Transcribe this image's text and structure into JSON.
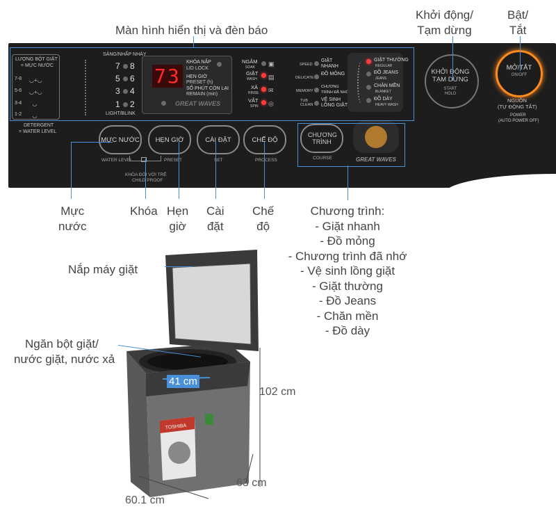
{
  "top_labels": {
    "display": "Màn hình hiển thị và đèn báo",
    "start_pause": [
      "Khởi động/",
      "Tạm dừng"
    ],
    "on_off": [
      "Bật/",
      "Tắt"
    ]
  },
  "panel": {
    "detergent_header": [
      "LƯỢNG BỘT GIẶT",
      "= MỰC NƯỚC"
    ],
    "detergent_levels": [
      "7-8",
      "5-6",
      "3-4",
      "1-2"
    ],
    "detergent_footer": [
      "DETERGENT",
      "= WATER LEVEL"
    ],
    "blink_header": "SÁNG/NHẤP NHÁY",
    "blink_numbers": [
      "7",
      "8",
      "5",
      "6",
      "3",
      "4",
      "1",
      "2"
    ],
    "blink_footer": "LIGHT/BLINK",
    "display_value": "73",
    "lid_lock": [
      "KHÓA NẮP",
      "LID LOCK"
    ],
    "preset": [
      "HẸN GIỜ",
      "PRESET (h)"
    ],
    "remain": [
      "SỐ PHÚT CÒN LẠI",
      "REMAIN (min)"
    ],
    "brand": "GREAT WAVES",
    "steps": [
      {
        "vi": "NGÂM",
        "en": "SOAK"
      },
      {
        "vi": "GIẶT",
        "en": "WASH"
      },
      {
        "vi": "XẢ",
        "en": "RINSE"
      },
      {
        "vi": "VẮT",
        "en": "SPIN"
      }
    ],
    "courses_left": [
      {
        "en": "SPEED",
        "vi": "GIẶT NHANH"
      },
      {
        "en": "DELICATE",
        "vi": "ĐỒ MỎNG"
      },
      {
        "en": "MEMORY",
        "vi": "CHƯƠNG TRÌNH ĐÃ NHỚ"
      },
      {
        "en": "TUB CLEAN",
        "vi": "VỆ SINH LỒNG GIẶT"
      }
    ],
    "courses_right": [
      {
        "vi": "GIẶT THƯỜNG",
        "en": "REGULAR"
      },
      {
        "vi": "ĐỒ JEANS",
        "en": "JEANS"
      },
      {
        "vi": "CHĂN MỀN",
        "en": "BLANKET"
      },
      {
        "vi": "ĐỒ DÀY",
        "en": "HEAVY WASH"
      }
    ],
    "buttons": [
      {
        "vi": "MỰC NƯỚC",
        "en": "WATER LEVEL"
      },
      {
        "vi": "HẸN GIỜ",
        "en": "PRESET"
      },
      {
        "vi": "CÀI ĐẶT",
        "en": "SET"
      },
      {
        "vi": "CHẾ ĐỘ",
        "en": "PROCESS"
      }
    ],
    "child_lock": [
      "KHÓA ĐÓI VỚI TRẺ",
      "CHILD PROOF"
    ],
    "course_button": {
      "vi": "CHƯƠNG TRÌNH",
      "en": "COURSE"
    },
    "start_button": {
      "vi": "KHỞI ĐỘNG TẠM DỪNG",
      "en": "START HOLD"
    },
    "power_button": {
      "vi": "MỞ/TẮT",
      "en": "ON/OFF"
    },
    "power_label": [
      "NGUỒN",
      "(TỰ ĐỘNG TẮT)",
      "POWER",
      "(AUTO POWER OFF)"
    ]
  },
  "bottom_labels": {
    "water_level": [
      "Mực",
      "nước"
    ],
    "lock": "Khóa",
    "preset": [
      "Hẹn",
      "giờ"
    ],
    "set": [
      "Cài",
      "đặt"
    ],
    "process": [
      "Chế",
      "độ"
    ],
    "programs_title": "Chương trình:",
    "programs": [
      "- Giặt nhanh",
      "- Đồ mỏng",
      "- Chương trình đã nhớ",
      "- Vệ sinh lồng giặt",
      "- Giặt thường",
      "- Đồ Jeans",
      "- Chăn mền",
      "- Đồ dày"
    ]
  },
  "machine": {
    "lid_label": "Nắp máy giặt",
    "drawer_label": [
      "Ngăn bột giặt/",
      "nước giặt, nước xả"
    ],
    "diameter": "41 cm",
    "height": "102 cm",
    "depth": "63 cm",
    "width": "60.1 cm",
    "brand": "TOSHIBA",
    "colors": {
      "accent": "#4a90d9",
      "body": "#6f6f6f",
      "led": "#ff3b3b",
      "power_ring": "#ff8a1e"
    }
  }
}
